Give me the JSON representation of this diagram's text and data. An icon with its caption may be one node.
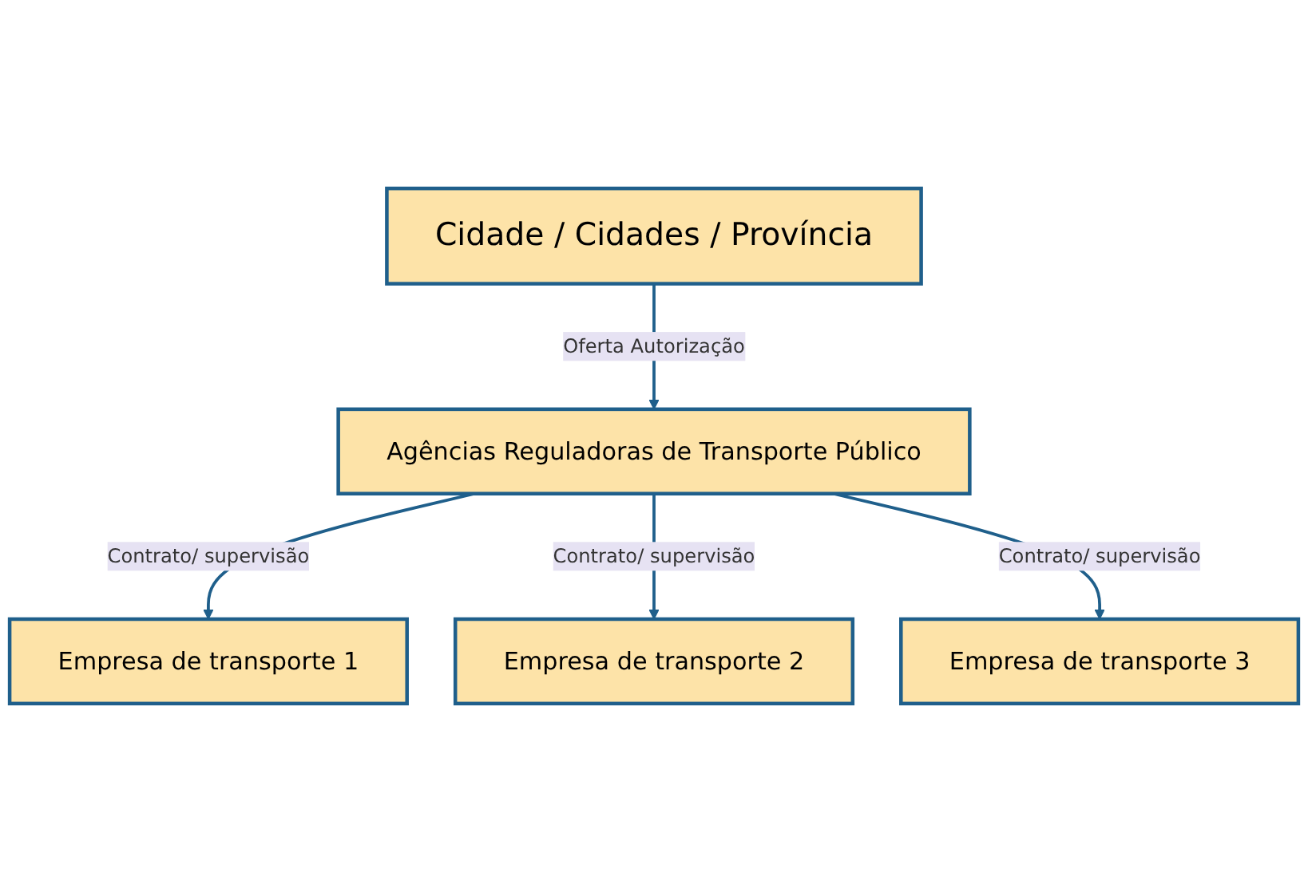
{
  "diagram": {
    "nodes": [
      {
        "text": [
          "Cidade / Cidades / Província"
        ]
      },
      {
        "text": [
          "Agências Reguladoras de Transporte Público"
        ]
      },
      {
        "text": [
          "Empresa de transporte 1"
        ]
      },
      {
        "text": [
          "Empresa de transporte 2"
        ]
      },
      {
        "text": [
          "Empresa de transporte 3"
        ]
      }
    ],
    "edges": [
      {
        "from": 0,
        "to": 1,
        "arrow": "to",
        "label": "Oferta Autorização"
      },
      {
        "from": 1,
        "to": 2,
        "arrow": "to",
        "label": "Contrato/ supervisão"
      },
      {
        "from": 1,
        "to": 3,
        "arrow": "to",
        "label": "Contrato/ supervisão"
      },
      {
        "from": 1,
        "to": 4,
        "arrow": "to",
        "label": "Contrato/ supervisão"
      }
    ]
  }
}
